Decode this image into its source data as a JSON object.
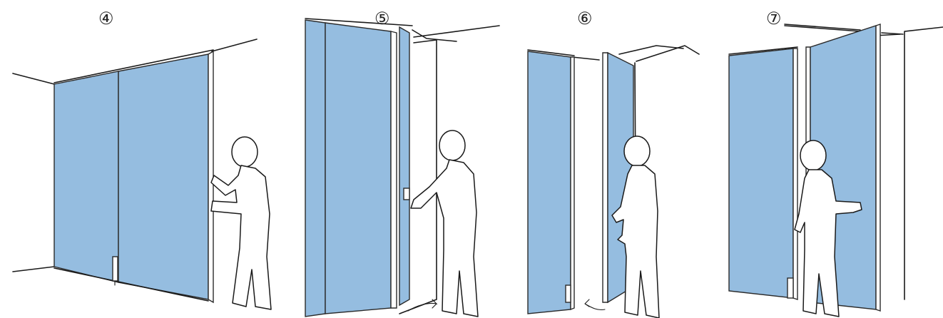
{
  "steps": [
    {
      "label": "④"
    },
    {
      "label": "⑤"
    },
    {
      "label": "⑥"
    },
    {
      "label": "⑦"
    }
  ],
  "colors": {
    "panel": "#95bde0",
    "outline": "#1a1a1a",
    "background": "#ffffff"
  }
}
